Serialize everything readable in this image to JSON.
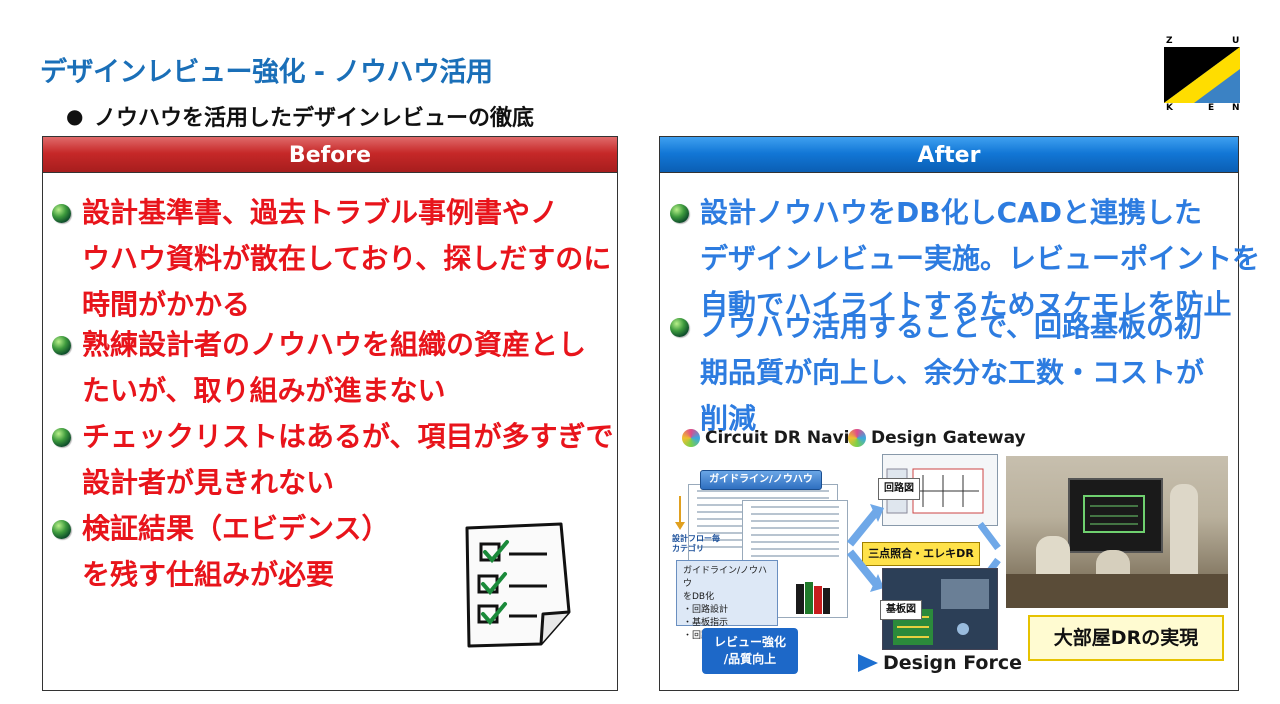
{
  "title": "デザインレビュー強化 - ノウハウ活用",
  "subtitle": "ノウハウを活用したデザインレビューの徹底",
  "logo": {
    "letters": [
      "Z",
      "U",
      "K",
      "E",
      "N"
    ],
    "colors": {
      "black": "#000000",
      "yellow": "#ffdd00",
      "blue": "#3b82c4"
    }
  },
  "before": {
    "header": "Before",
    "bullets": [
      {
        "lines": [
          "設計基準書、過去トラブル事例書やノ",
          "ウハウ資料が散在しており、探しだすのに",
          "時間がかかる"
        ]
      },
      {
        "lines": [
          "熟練設計者のノウハウを組織の資産とし",
          "たいが、取り組みが進まない"
        ]
      },
      {
        "lines": [
          "チェックリストはあるが、項目が多すぎで",
          "設計者が見きれない"
        ]
      },
      {
        "lines": [
          "検証結果（エビデンス）",
          "を残す仕組みが必要"
        ]
      }
    ]
  },
  "after": {
    "header": "After",
    "bullets": [
      {
        "lines": [
          "設計ノウハウをDB化しCADと連携した",
          "デザインレビュー実施。レビューポイントを",
          "自動でハイライトするためヌケモレを防止"
        ]
      },
      {
        "lines": [
          "ノウハウ活用することで、回路基板の初",
          "期品質が向上し、余分な工数・コストが",
          "削減"
        ]
      }
    ],
    "diagram": {
      "tool1": "Circuit DR Navi",
      "tool2": "Design Gateway",
      "tool3": "Design Force",
      "guideline_tag": "ガイドライン/ノウハウ",
      "flow_label_1": "設計フロー毎",
      "flow_label_2": "カテゴリ",
      "db_box_lines": [
        "ガイドライン/ノウハウ",
        "をDB化",
        "・回路設計",
        "・基板指示",
        "・回路チェック"
      ],
      "schematic_label": "回路図",
      "center_label": "三点照合・エレキDR",
      "board_label": "基板図",
      "review_btn_lines": [
        "レビュー強化",
        "/品質向上"
      ],
      "photo_caption": "大部屋DRの実現"
    }
  }
}
